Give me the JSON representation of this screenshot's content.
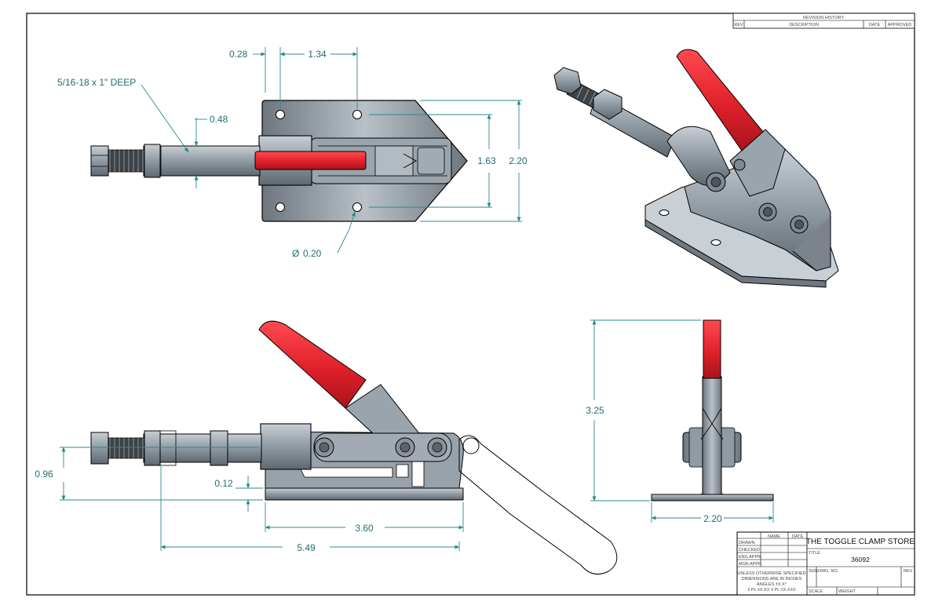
{
  "colors": {
    "handle": "#e0202a",
    "handle_dark": "#a9141b",
    "metal": "#8f9aa3",
    "metal_light": "#b9c1c8",
    "metal_dark": "#5b646c",
    "dimension": "#2a8a8f",
    "outline": "#000000"
  },
  "revision_block": {
    "title": "REVISION HISTORY",
    "columns": [
      "REV",
      "DESCRIPTION",
      "DATE",
      "APPROVED"
    ]
  },
  "top_view": {
    "thread_note": "5/16-18 x 1\" DEEP",
    "dim_offset": "0.28",
    "dim_hole_spacing": "1.34",
    "dim_plunger": "0.48",
    "dim_inner_height": "1.63",
    "dim_base_height": "2.20",
    "dim_hole_dia": "0.20",
    "dia_symbol": "Ø"
  },
  "side_view": {
    "dim_height": "0.96",
    "dim_base_thickness": "0.12",
    "dim_base_length": "3.60",
    "dim_overall": "5.49"
  },
  "end_view": {
    "dim_height": "3.25",
    "dim_width": "2.20"
  },
  "title_block": {
    "name_header": "NAME",
    "date_header": "DATE",
    "rows": [
      "DRAWN",
      "CHECKED",
      "ENG APPR.",
      "MGR APPR."
    ],
    "notes": [
      "UNLESS OTHERWISE SPECIFIED",
      "DIMENSIONS ARE IN INCHES",
      "ANGLES ±X.X°",
      "2 PL ±X.XX  3 PL ±X.XXX"
    ],
    "company": "THE TOGGLE CLAMP STORE",
    "title_label": "TITLE",
    "part_number": "36092",
    "size_label": "SIZE",
    "dwg_label": "DWG. NO.",
    "rev_label": "REV",
    "scale_label": "SCALE",
    "weight_label": "WEIGHT"
  }
}
